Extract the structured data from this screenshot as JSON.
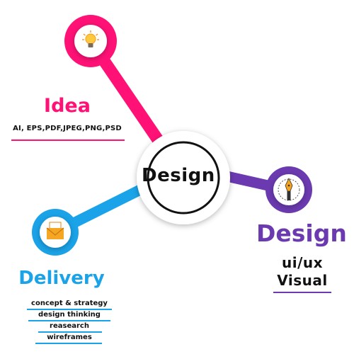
{
  "hub": {
    "label": "Design"
  },
  "idea": {
    "title": "Idea",
    "formats": "AI, EPS,PDF,JPEG,PNG,PSD",
    "icon": "lightbulb-icon",
    "color": "#ff1176"
  },
  "design": {
    "title": "Design",
    "subtitle1": "ui/ux",
    "subtitle2": "Visual",
    "icon": "pen-nib-icon",
    "color": "#6b3ab0"
  },
  "delivery": {
    "title": "Delivery",
    "items": [
      "concept & strategy",
      "design thinking",
      "reasearch",
      "wireframes"
    ],
    "icon": "envelope-icon",
    "color": "#1aa3e8"
  }
}
